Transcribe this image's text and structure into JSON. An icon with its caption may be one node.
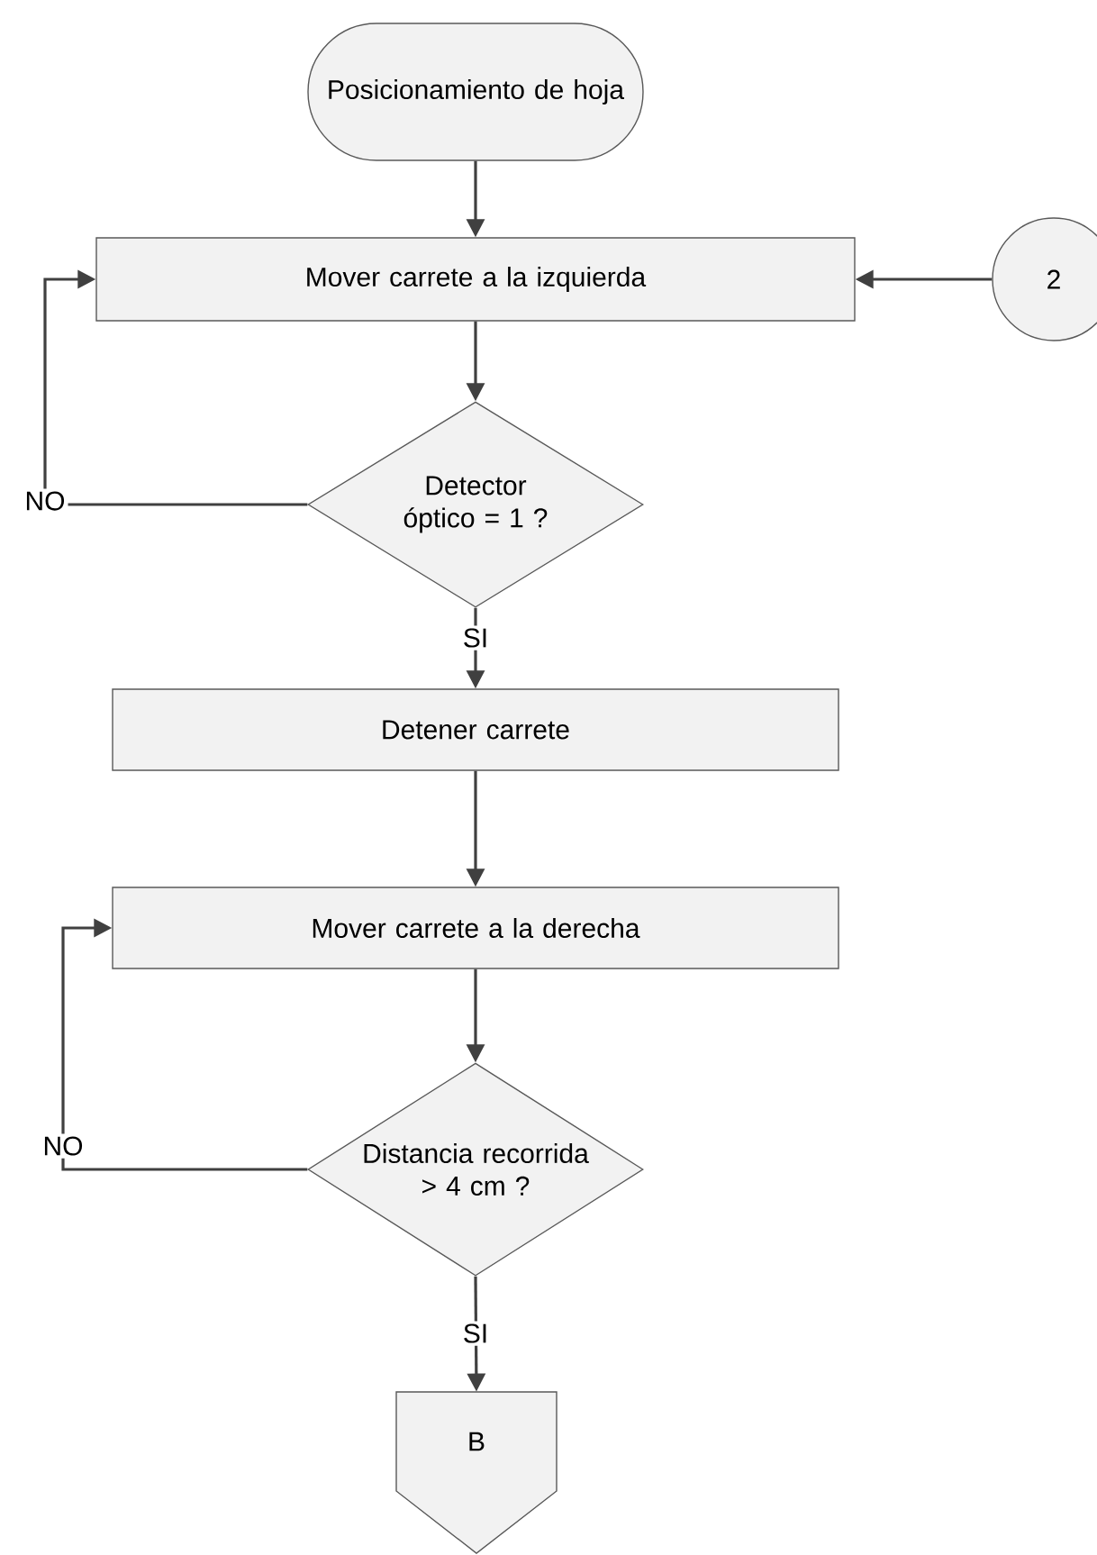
{
  "diagram": {
    "nodes": [
      {
        "text": [
          "Posicionamiento de hoja"
        ]
      },
      {
        "text": [
          "Mover carrete a la izquierda"
        ]
      },
      {
        "text": [
          "2"
        ]
      },
      {
        "text": [
          "Detector óptico = 1 ?"
        ]
      },
      {
        "text": [
          "Detener carrete"
        ]
      },
      {
        "text": [
          "Mover carrete a la derecha"
        ]
      },
      {
        "text": [
          "Distancia recorrida > 4 cm ?"
        ]
      },
      {
        "text": [
          "B"
        ]
      }
    ],
    "edges": [
      {
        "from": 0,
        "to": 1,
        "arrow": "to"
      },
      {
        "from": 2,
        "to": 1,
        "arrow": "to"
      },
      {
        "from": 1,
        "to": 3,
        "arrow": "to"
      },
      {
        "from": 3,
        "to": 1,
        "arrow": "to",
        "label": "NO"
      },
      {
        "from": 3,
        "to": 4,
        "arrow": "to",
        "label": "SI"
      },
      {
        "from": 4,
        "to": 5,
        "arrow": "to"
      },
      {
        "from": 5,
        "to": 6,
        "arrow": "to"
      },
      {
        "from": 6,
        "to": 5,
        "arrow": "to",
        "label": "NO"
      },
      {
        "from": 6,
        "to": 7,
        "arrow": "to",
        "label": "SI"
      }
    ]
  }
}
